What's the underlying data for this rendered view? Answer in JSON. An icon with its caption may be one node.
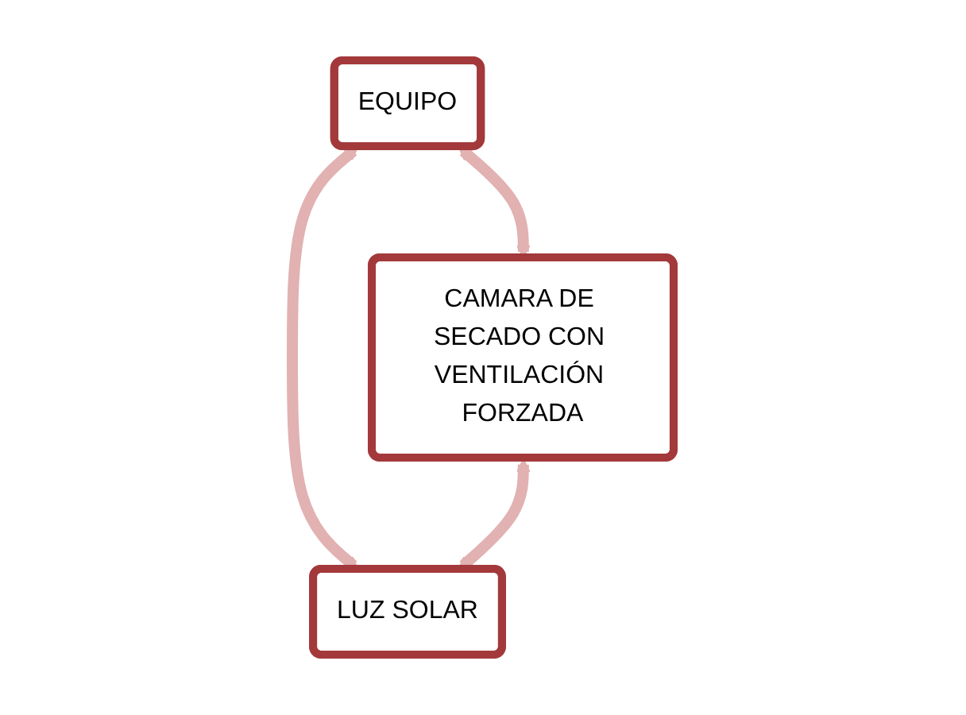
{
  "diagram": {
    "nodes": [
      {
        "text": [
          "EQUIPO"
        ]
      },
      {
        "text": [
          "CAMARA DE SECADO CON VENTILACIÓN FORZADA"
        ]
      },
      {
        "text": [
          "LUZ SOLAR"
        ]
      }
    ],
    "edges": [
      {
        "from": 0,
        "to": 1,
        "arrow": "both"
      },
      {
        "from": 0,
        "to": 2,
        "arrow": "both"
      },
      {
        "from": 1,
        "to": 2,
        "arrow": "both"
      }
    ]
  }
}
